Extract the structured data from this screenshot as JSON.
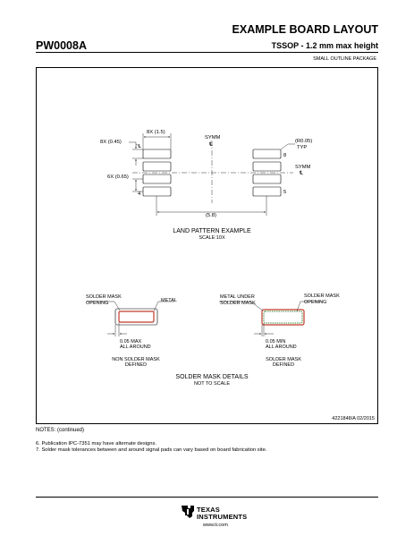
{
  "header": {
    "title": "EXAMPLE BOARD LAYOUT",
    "part_number": "PW0008A",
    "package_title": "TSSOP - 1.2 mm max height",
    "package_subtitle": "SMALL OUTLINE PACKAGE"
  },
  "land_pattern": {
    "dim_pad_width": "8X (0.45)",
    "dim_pad_length": "8X (1.5)",
    "dim_pitch": "6X (0.65)",
    "dim_span": "(5.8)",
    "symm_top": "SYMM",
    "symm_side": "SYMM",
    "corner_radius": "(R0.05)",
    "corner_radius_typ": "TYP",
    "pin_1": "1",
    "pin_4": "4",
    "pin_5": "5",
    "pin_8": "8",
    "title": "LAND PATTERN EXAMPLE",
    "scale": "SCALE:10X"
  },
  "solder_mask": {
    "label_opening_left_1": "SOLDER MASK",
    "label_opening_left_2": "OPENING",
    "label_metal": "METAL",
    "left_gap_1": "0.05 MAX",
    "left_gap_2": "ALL AROUND",
    "left_type_1": "NON SOLDER MASK",
    "left_type_2": "DEFINED",
    "label_metal_under_1": "METAL UNDER",
    "label_metal_under_2": "SOLDER MASK",
    "label_opening_right_1": "SOLDER MASK",
    "label_opening_right_2": "OPENING",
    "right_gap_1": "0.05 MIN",
    "right_gap_2": "ALL AROUND",
    "right_type_1": "SOLDER MASK",
    "right_type_2": "DEFINED",
    "title": "SOLDER MASK DETAILS",
    "subtitle": "NOT TO SCALE"
  },
  "drawing_number": "4221848/A   02/2015",
  "notes": {
    "heading": "NOTES: (continued)",
    "note_6": "6. Publication IPC-7351 may have alternate designs.",
    "note_7": "7. Solder mask tolerances between and around signal pads can vary based on board fabrication site."
  },
  "footer": {
    "company_line_1": "TEXAS",
    "company_line_2": "INSTRUMENTS",
    "url": "www.ti.com"
  },
  "colors": {
    "metal": "#c23b2a",
    "solder_mask": "#3a8a3a"
  }
}
